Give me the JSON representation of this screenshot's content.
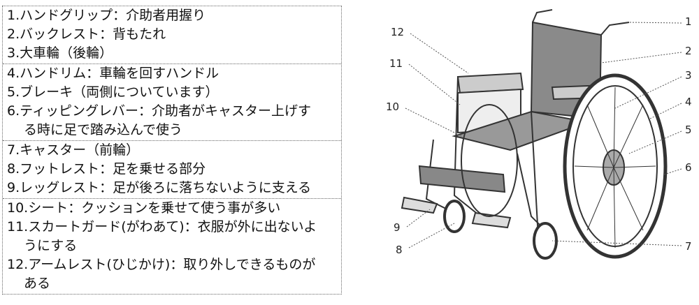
{
  "legend": {
    "groups": [
      {
        "items": [
          {
            "text": "1.ハンドグリップ：介助者用握り"
          },
          {
            "text": "2.バックレスト：背もたれ"
          },
          {
            "text": "3.大車輪（後輪）"
          }
        ]
      },
      {
        "items": [
          {
            "text": "4.ハンドリム：車輪を回すハンドル"
          },
          {
            "text": "5.ブレーキ（両側についています）"
          },
          {
            "text": "6.ティッピングレバー：介助者がキャスター上げす",
            "cont": "る時に足で踏み込んで使う"
          }
        ]
      },
      {
        "items": [
          {
            "text": "7.キャスター（前輪）"
          },
          {
            "text": "8.フットレスト：足を乗せる部分"
          },
          {
            "text": "9.レッグレスト：足が後ろに落ちないように支える"
          }
        ]
      },
      {
        "items": [
          {
            "text": "10.シート：クッションを乗せて使う事が多い"
          },
          {
            "text": "11.スカートガード(がわあて)：衣服が外に出ないよ",
            "cont": "うにする"
          },
          {
            "text": "12.アームレスト(ひじかけ)：取り外しできるものが",
            "cont": "ある"
          }
        ]
      }
    ]
  },
  "diagram": {
    "labels": [
      "1",
      "2",
      "3",
      "4",
      "5",
      "6",
      "7",
      "8",
      "9",
      "10",
      "11",
      "12"
    ]
  }
}
